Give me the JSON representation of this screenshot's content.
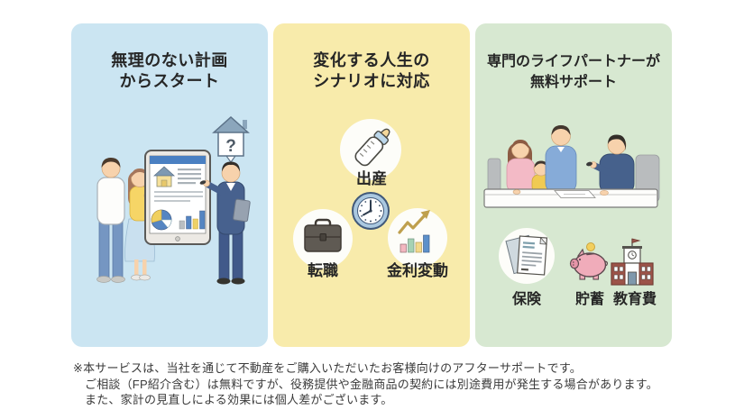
{
  "panels": [
    {
      "id": "plan",
      "title": "無理のない計画\nからスタート",
      "bg": "#cbe5f2",
      "illustration": "couple-advisor-tablet",
      "house_bubble_text": "?"
    },
    {
      "id": "life-events",
      "title": "変化する人生の\nシナリオに対応",
      "bg": "#f8ebab",
      "center_icon": "clock-icon",
      "items": [
        {
          "label": "出産",
          "icon": "baby-bottle-icon"
        },
        {
          "label": "転職",
          "icon": "briefcase-icon"
        },
        {
          "label": "金利変動",
          "icon": "rising-bar-chart-icon"
        }
      ]
    },
    {
      "id": "support",
      "title": "専門のライフパートナーが\n無料サポート",
      "bg": "#d7e8d1",
      "illustration": "family-consultation",
      "items": [
        {
          "label": "保険",
          "icon": "insurance-documents-icon"
        },
        {
          "label": "貯蓄",
          "icon": "piggy-bank-icon"
        },
        {
          "label": "教育費",
          "icon": "school-icon"
        }
      ]
    }
  ],
  "disclaimer": {
    "line1": "※本サービスは、当社を通じて不動産をご購入いただいたお客様向けのアフターサポートです。",
    "line2": "ご相談（FP紹介含む）は無料ですが、役務提供や金融商品の契約には別途費用が発生する場合があります。",
    "line3": "また、家計の見直しによる効果には個人差がございます。"
  },
  "colors": {
    "panel_blue": "#cbe5f2",
    "panel_yellow": "#f8ebab",
    "panel_green": "#d7e8d1",
    "title_text": "#262626",
    "accent_blue": "#4a80c2",
    "navy_suit": "#47618e",
    "piggy_pink": "#f0acba",
    "school_red": "#9c5348",
    "arrow_khaki": "#bfa04e"
  }
}
